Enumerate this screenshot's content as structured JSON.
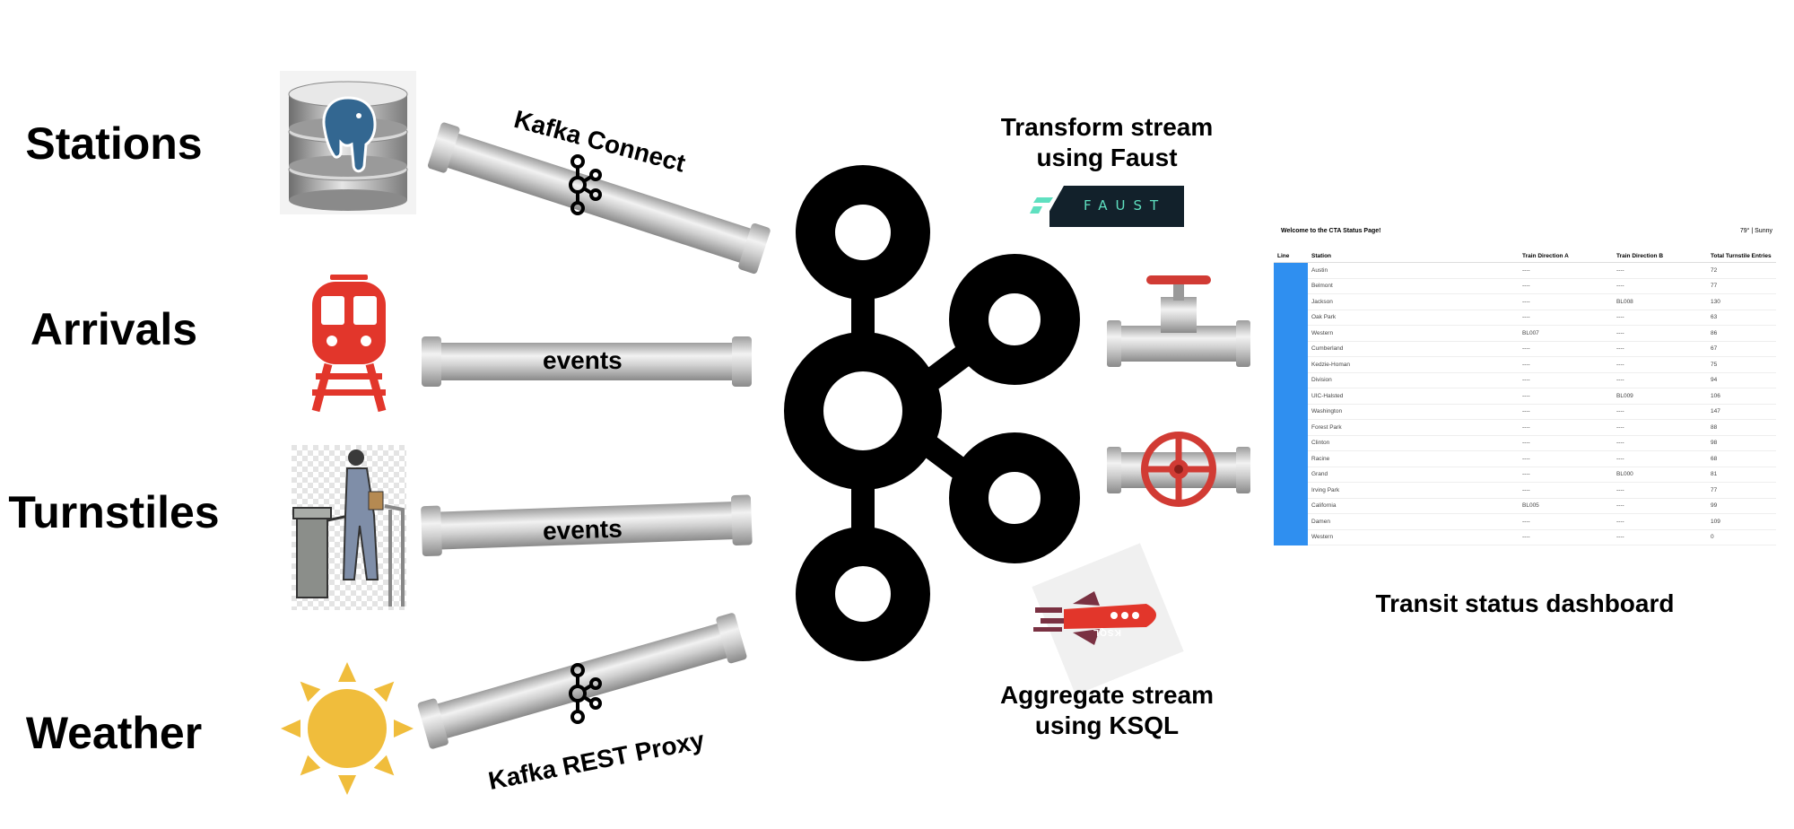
{
  "sources": [
    {
      "label": "Stations",
      "icon": "postgres-database-icon"
    },
    {
      "label": "Arrivals",
      "icon": "train-icon"
    },
    {
      "label": "Turnstiles",
      "icon": "turnstile-icon"
    },
    {
      "label": "Weather",
      "icon": "sun-icon"
    }
  ],
  "pipes": {
    "stations": "Kafka Connect",
    "arrivals": "events",
    "turnstiles": "events",
    "weather": "Kafka REST Proxy"
  },
  "processing": {
    "faust_line1": "Transform stream",
    "faust_line2": "using Faust",
    "faust_logo_text": "FAUST",
    "ksql_line1": "Aggregate stream",
    "ksql_line2": "using KSQL",
    "ksql_logo_text": "KSQL"
  },
  "dashboard": {
    "caption": "Transit status dashboard",
    "header": "Welcome to the CTA Status Page!",
    "weather": "79° | Sunny",
    "columns": [
      "Line",
      "Station",
      "Train Direction A",
      "Train Direction B",
      "Total Turnstile Entries"
    ],
    "rows": [
      [
        "",
        "Austin",
        "----",
        "----",
        "72"
      ],
      [
        "",
        "Belmont",
        "----",
        "----",
        "77"
      ],
      [
        "",
        "Jackson",
        "----",
        "BL008",
        "130"
      ],
      [
        "",
        "Oak Park",
        "----",
        "----",
        "63"
      ],
      [
        "",
        "Western",
        "BL007",
        "----",
        "86"
      ],
      [
        "",
        "Cumberland",
        "----",
        "----",
        "67"
      ],
      [
        "",
        "Kedzie-Homan",
        "----",
        "----",
        "75"
      ],
      [
        "",
        "Division",
        "----",
        "----",
        "94"
      ],
      [
        "",
        "UIC-Halsted",
        "----",
        "BL009",
        "106"
      ],
      [
        "",
        "Washington",
        "----",
        "----",
        "147"
      ],
      [
        "",
        "Forest Park",
        "----",
        "----",
        "88"
      ],
      [
        "",
        "Clinton",
        "----",
        "----",
        "98"
      ],
      [
        "",
        "Racine",
        "----",
        "----",
        "68"
      ],
      [
        "",
        "Grand",
        "----",
        "BL000",
        "81"
      ],
      [
        "",
        "Irving Park",
        "----",
        "----",
        "77"
      ],
      [
        "",
        "California",
        "BL005",
        "----",
        "99"
      ],
      [
        "",
        "Damen",
        "----",
        "----",
        "109"
      ],
      [
        "",
        "Western",
        "----",
        "----",
        "0"
      ]
    ]
  },
  "colors": {
    "pipe": "#c8c8c8",
    "kafka": "#000000",
    "train_red": "#e2362b",
    "sun": "#f0bd3c",
    "line_blue": "#2f8ff0",
    "faust_bg": "#12212b",
    "faust_text": "#5fe0c0"
  }
}
